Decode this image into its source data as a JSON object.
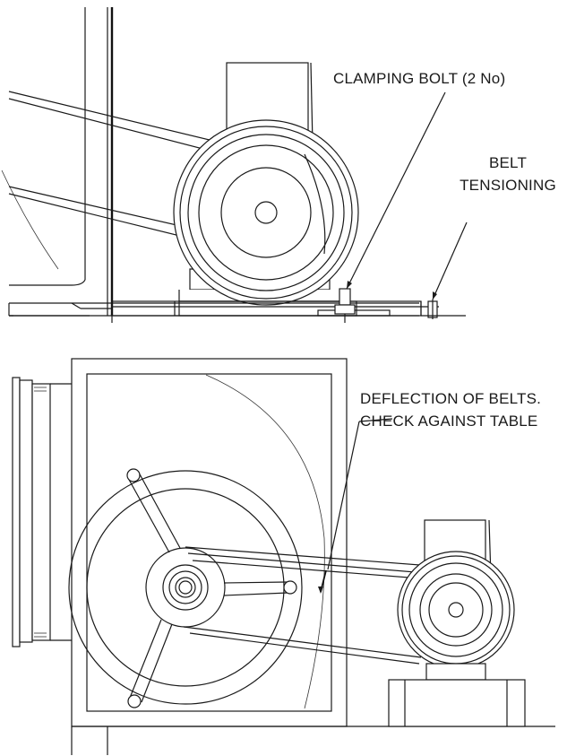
{
  "top_view": {
    "clamping_bolt_label": "CLAMPING BOLT (2 No)",
    "belt_label_line1": "BELT",
    "belt_label_line2": "TENSIONING"
  },
  "bottom_view": {
    "deflection_label_line1": "DEFLECTION OF BELTS.",
    "deflection_label_line2": "CHECK AGAINST TABLE"
  }
}
